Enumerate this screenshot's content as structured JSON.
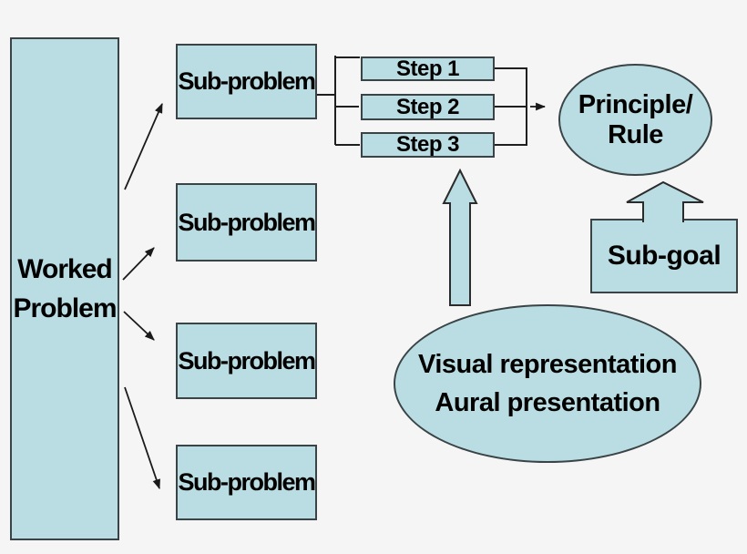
{
  "colors": {
    "background": "#f5f5f5",
    "shape_fill": "#b9dde2",
    "shape_border": "#3a4447",
    "connector_line": "#222222",
    "text": "#000000"
  },
  "worked_problem": {
    "line1": "Worked",
    "line2": "Problem"
  },
  "sub_problems": [
    "Sub-problem",
    "Sub-problem",
    "Sub-problem",
    "Sub-problem"
  ],
  "steps": [
    "Step 1",
    "Step 2",
    "Step 3"
  ],
  "principle": {
    "line1": "Principle/",
    "line2": "Rule"
  },
  "sub_goal": "Sub-goal",
  "presentation": {
    "line1": "Visual representation",
    "line2": "Aural presentation"
  }
}
